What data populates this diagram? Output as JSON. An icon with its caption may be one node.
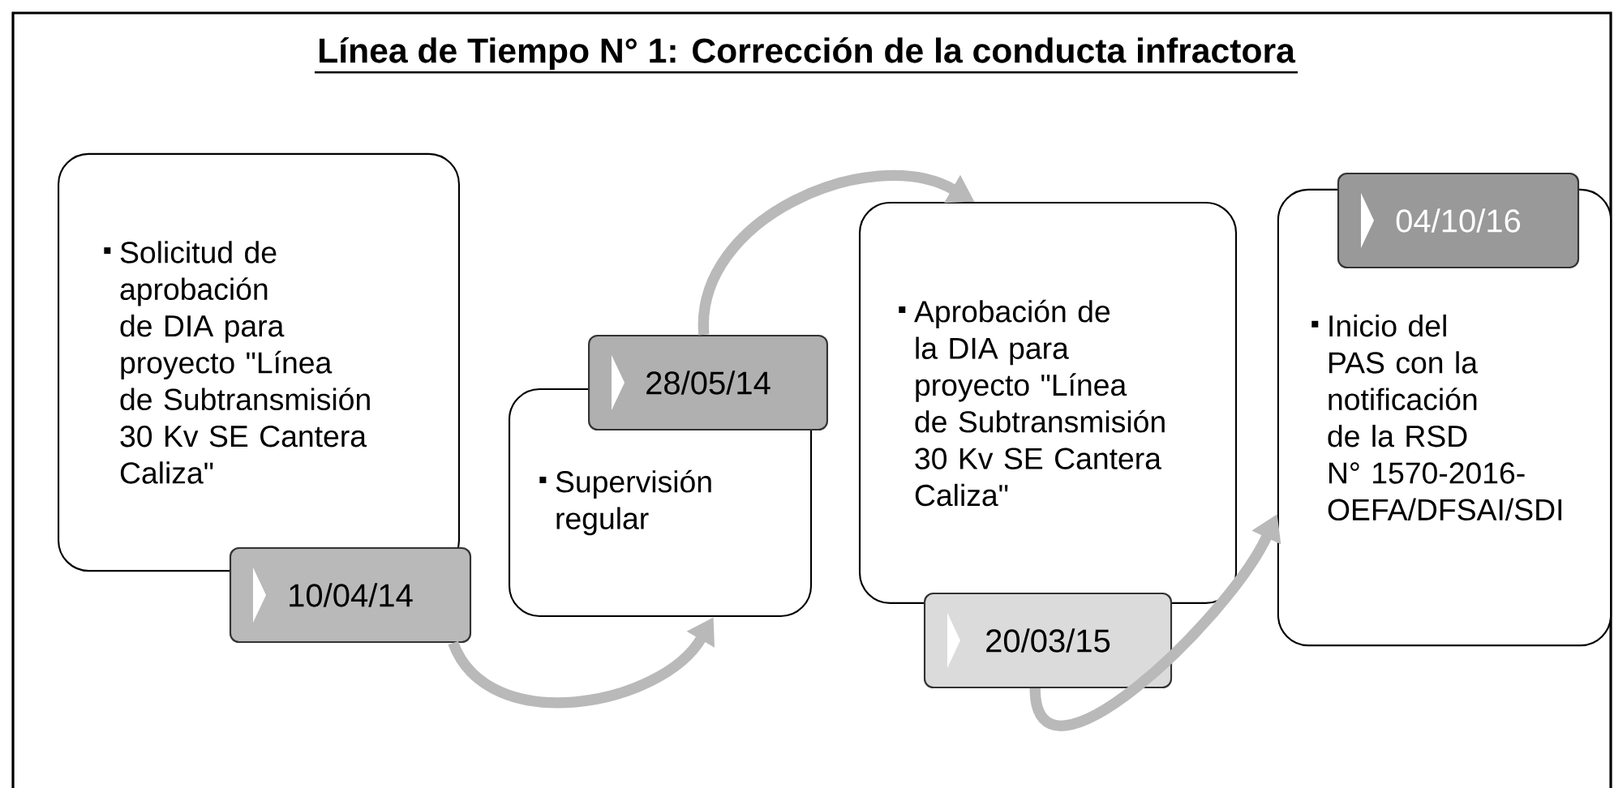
{
  "diagram": {
    "title": "Línea de Tiempo N° 1: Corrección de la conducta infractora",
    "nodes": [
      {
        "text": [
          "Solicitud de aprobación de DIA para proyecto \"Línea de Subtransmisión 30 Kv SE Cantera Caliza\""
        ]
      },
      {
        "text": [
          "10/04/14"
        ]
      },
      {
        "text": [
          "Supervisión regular"
        ]
      },
      {
        "text": [
          "28/05/14"
        ]
      },
      {
        "text": [
          "Aprobación de la DIA para proyecto \"Línea de Subtransmisión 30 Kv SE Cantera Caliza\""
        ]
      },
      {
        "text": [
          "20/03/15"
        ]
      },
      {
        "text": [
          "Inicio del PAS con la notificación de la RSD N° 1570-2016-OEFA/DFSAI/SDI"
        ]
      },
      {
        "text": [
          "04/10/16"
        ]
      }
    ],
    "edges": [
      {
        "from": 1,
        "to": 2,
        "arrow": "to"
      },
      {
        "from": 3,
        "to": 4,
        "arrow": "to"
      },
      {
        "from": 5,
        "to": 6,
        "arrow": "to"
      }
    ]
  }
}
